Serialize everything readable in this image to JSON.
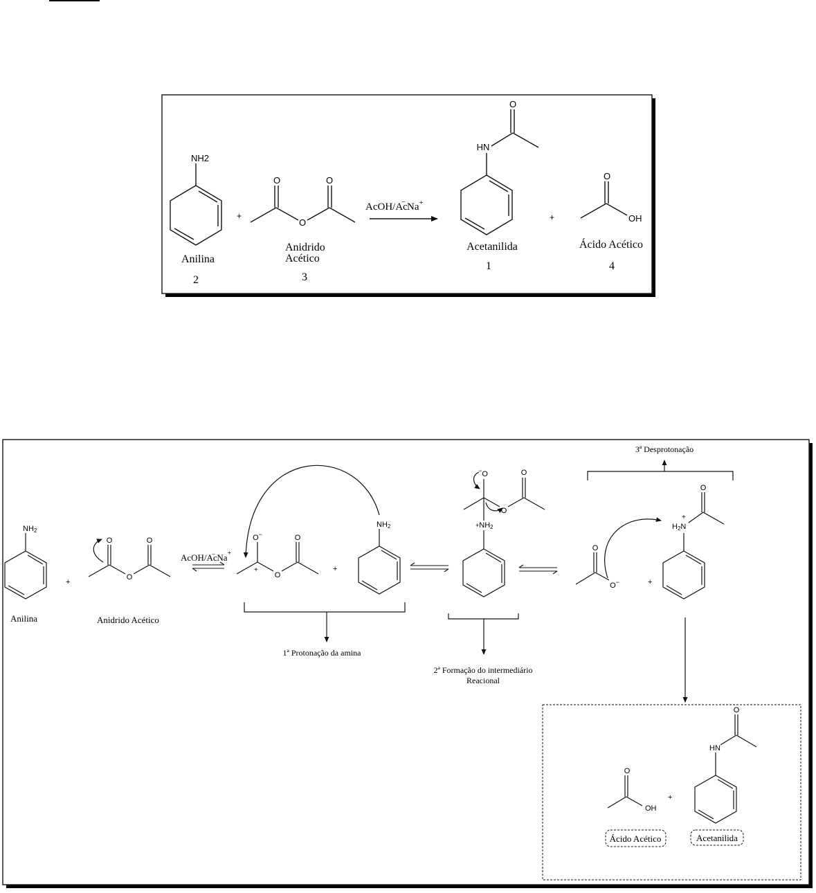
{
  "scheme1": {
    "reactants": [
      {
        "name": "Anilina",
        "number": "2",
        "group_label": "NH2"
      },
      {
        "name_line1": "Anidrido",
        "name_line2": "Acético",
        "number": "3"
      }
    ],
    "plus": "+",
    "reagent": "AcOH/Ac̅ Na+",
    "reagent_main": "AcOH/Ac",
    "reagent_minus": "−",
    "reagent_cation": "Na",
    "reagent_plus": "+",
    "products": [
      {
        "name": "Acetanilida",
        "number": "1",
        "group_label": "HN"
      },
      {
        "name": "Ácido Acético",
        "number": "4",
        "group_label": "OH"
      }
    ],
    "atom_o": "O"
  },
  "scheme2": {
    "anilina_label": "Anilina",
    "anidrido_label": "Anidrido Acético",
    "nh2": "NH",
    "sub2": "2",
    "reagent_main": "AcOH/Ac",
    "reagent_minus": "−",
    "reagent_cation": "Na",
    "reagent_plus": "+",
    "plus": "+",
    "atom_o": "O",
    "o_minus": "−",
    "c_plus": "+",
    "h2n": "H",
    "n": "N",
    "oh": "OH",
    "hn": "HN",
    "steps": [
      {
        "label": "1ª Protonação da amina"
      },
      {
        "label_line1": "2ª Formação do intermediário",
        "label_line2": "Reacional"
      },
      {
        "label": "3ª Desprotonação"
      }
    ],
    "final_products": [
      {
        "name": "Ácido Acético"
      },
      {
        "name": "Acetanilida"
      }
    ]
  }
}
